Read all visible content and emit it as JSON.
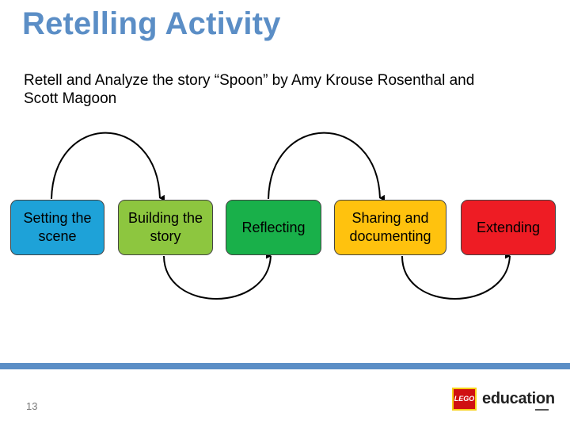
{
  "slide": {
    "title": "Retelling Activity",
    "subtitle": "Retell and Analyze the story “Spoon” by Amy Krouse Rosenthal and Scott Magoon",
    "page_number": "13"
  },
  "flow": {
    "steps": [
      {
        "label": "Setting the scene",
        "color": "#1ea2d8"
      },
      {
        "label": "Building the story",
        "color": "#8dc63f"
      },
      {
        "label": "Reflecting",
        "color": "#19b04a"
      },
      {
        "label": "Sharing and documenting",
        "color": "#ffc20e"
      },
      {
        "label": "Extending",
        "color": "#ee1c24"
      }
    ],
    "connectors": [
      {
        "from": "Setting the scene",
        "to": "Building the story",
        "side": "top"
      },
      {
        "from": "Building the story",
        "to": "Reflecting",
        "side": "bottom"
      },
      {
        "from": "Reflecting",
        "to": "Sharing and documenting",
        "side": "top"
      },
      {
        "from": "Sharing and documenting",
        "to": "Extending",
        "side": "bottom"
      }
    ]
  },
  "logo": {
    "brand_mark": "LEGO",
    "text": "education"
  },
  "colors": {
    "title": "#5b8ec6",
    "footer_bar": "#5b8ec6"
  }
}
